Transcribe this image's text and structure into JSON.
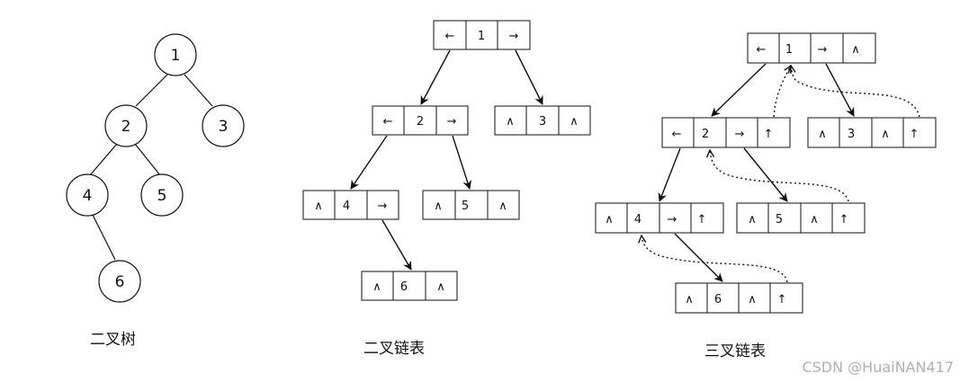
{
  "binary_tree": {
    "caption": "二叉树",
    "nodes": [
      "1",
      "2",
      "3",
      "4",
      "5",
      "6"
    ]
  },
  "binary_linked_list": {
    "caption": "二叉链表",
    "nodes": [
      {
        "cells": [
          "←",
          "1",
          "→"
        ]
      },
      {
        "cells": [
          "←",
          "2",
          "→"
        ]
      },
      {
        "cells": [
          "∧",
          "3",
          "∧"
        ]
      },
      {
        "cells": [
          "∧",
          "4",
          "→"
        ]
      },
      {
        "cells": [
          "∧",
          "5",
          "∧"
        ]
      },
      {
        "cells": [
          "∧",
          "6",
          "∧"
        ]
      }
    ]
  },
  "ternary_linked_list": {
    "caption": "三叉链表",
    "nodes": [
      {
        "cells": [
          "←",
          "1",
          "→",
          "∧"
        ]
      },
      {
        "cells": [
          "←",
          "2",
          "→",
          "↑"
        ]
      },
      {
        "cells": [
          "∧",
          "3",
          "∧",
          "↑"
        ]
      },
      {
        "cells": [
          "∧",
          "4",
          "→",
          "↑"
        ]
      },
      {
        "cells": [
          "∧",
          "5",
          "∧",
          "↑"
        ]
      },
      {
        "cells": [
          "∧",
          "6",
          "∧",
          "↑"
        ]
      }
    ]
  },
  "watermark": "CSDN @HuaiNAN417"
}
